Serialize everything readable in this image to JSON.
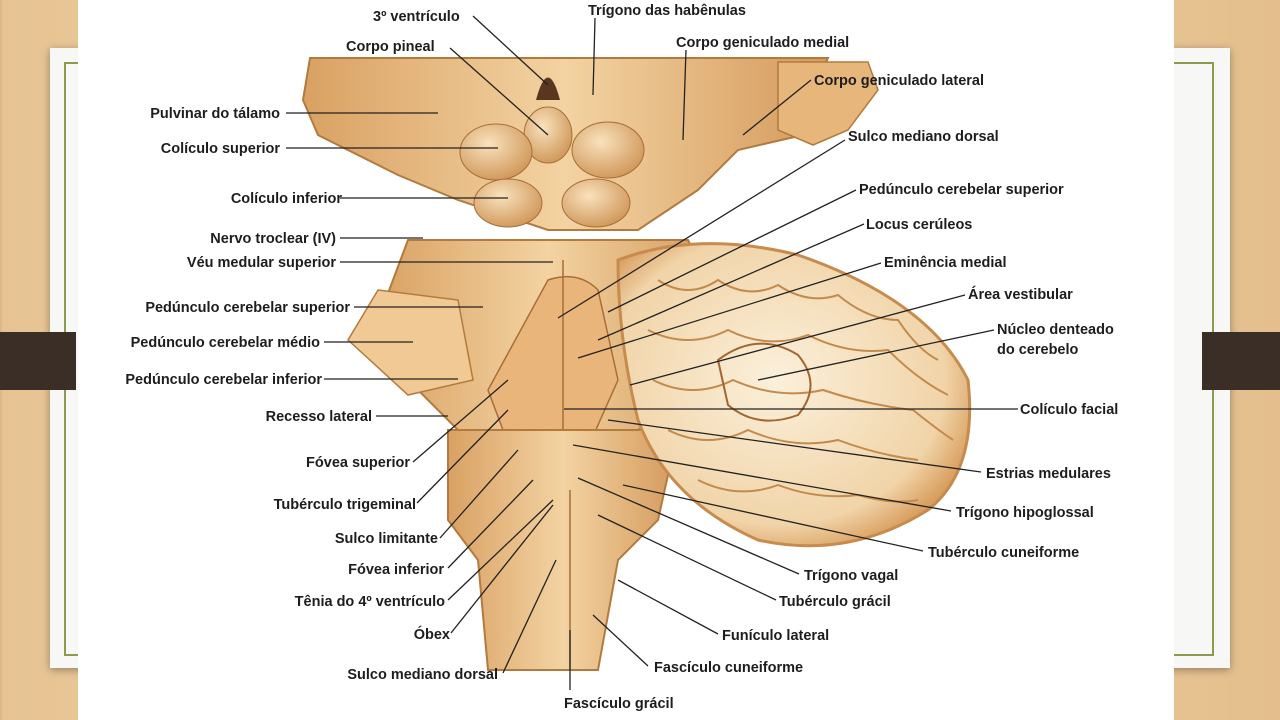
{
  "figure": {
    "labels_left": [
      "Pulvinar do tálamo",
      "Colículo superior",
      "Colículo inferior",
      "Nervo troclear (IV)",
      "Véu medular superior",
      "Pedúnculo cerebelar superior",
      "Pedúnculo cerebelar médio",
      "Pedúnculo cerebelar inferior",
      "Recesso lateral",
      "Fóvea superior",
      "Tubérculo trigeminal",
      "Sulco limitante",
      "Fóvea inferior",
      "Tênia do 4º ventrículo",
      "Óbex",
      "Sulco mediano dorsal"
    ],
    "labels_top": [
      "3º ventrículo",
      "Corpo pineal",
      "Trígono das habênulas"
    ],
    "labels_right": [
      "Corpo geniculado medial",
      "Corpo geniculado lateral",
      "Sulco mediano dorsal",
      "Pedúnculo cerebelar superior",
      "Locus cerúleos",
      "Eminência medial",
      "Área vestibular",
      "Núcleo denteado",
      "do cerebelo",
      "Colículo facial",
      "Estrias medulares",
      "Trígono hipoglossal",
      "Tubérculo cuneiforme",
      "Trígono vagal",
      "Tubérculo grácil",
      "Funículo lateral",
      "Fascículo cuneiforme",
      "Fascículo grácil"
    ]
  },
  "colors": {
    "background_wood": "#e9c99a",
    "frame_green": "#8a9a4e",
    "bar_dark": "#3a2e26",
    "tissue_light": "#f1cf9c",
    "tissue_mid": "#dba86b",
    "tissue_dark": "#b77a3e",
    "label_text": "#1d1d1d"
  }
}
